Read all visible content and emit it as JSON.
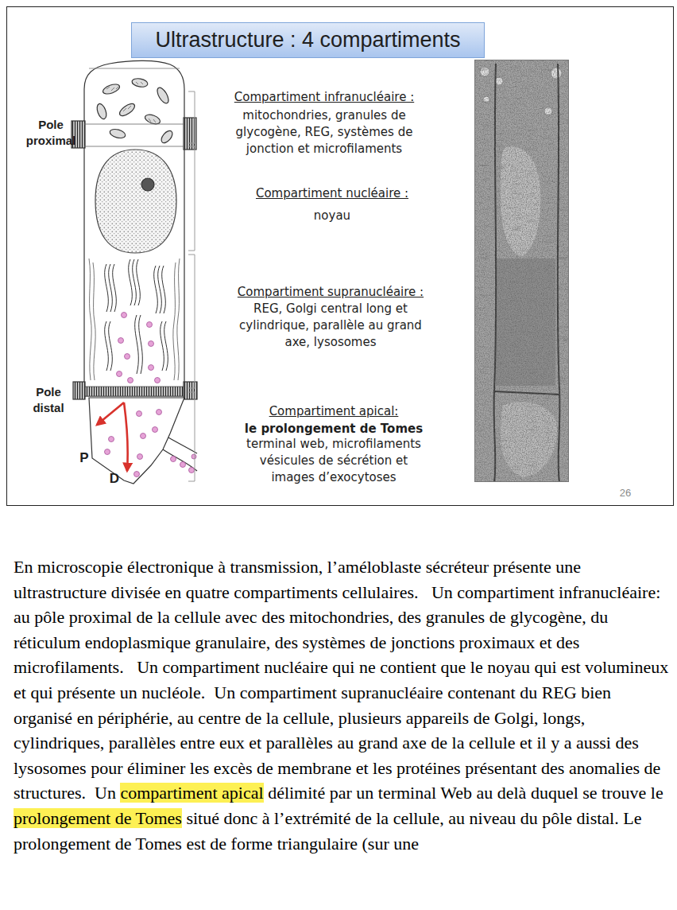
{
  "diagram": {
    "title": "Ultrastructure : 4 compartiments",
    "labels": [
      "Pole proximal",
      "Pole distal",
      "P",
      "D",
      "Compartiment infranucléaire :",
      "mitochondries, granules de glycogène, REG, systèmes de jonction et microfilaments",
      "Compartiment nucléaire :",
      "noyau",
      "Compartiment supranucléaire :",
      "REG, Golgi central long et cylindrique, parallèle au grand axe, lysosomes",
      "Compartiment apical:",
      "le prolongement de Tomes",
      "terminal web, microfilaments vésicules de sécrétion et images d’exocytoses",
      "26",
      "En microscopie électronique à transmission, l’améloblaste sécréteur présente une ultrastructure divisée en quatre compartiments cellulaires.   Un compartiment infranucléaire: au pôle proximal de la cellule avec des mitochondries, des granules de glycogène, du réticulum endoplasmique granulaire, des systèmes de jonctions proximaux et des microfilaments.   Un compartiment nucléaire qui ne contient que le noyau qui est volumineux et qui présente un nucléole.  Un compartiment supranucléaire contenant du REG bien organisé en périphérie, au centre de la cellule, plusieurs appareils de Golgi, longs, cylindriques, parallèles entre eux et parallèles au grand axe de la cellule et il y a aussi des lysosomes pour éliminer les excès de membrane et les protéines présentant des anomalies de structures.  Un ",
      "compartiment apical",
      " délimité par un terminal Web au delà duquel se trouve le ",
      "prolongement de Tomes",
      " situé donc à l’extrémité de la cellule, au niveau du pôle distal. Le prolongement de Tomes est de forme triangulaire (sur une"
    ]
  }
}
